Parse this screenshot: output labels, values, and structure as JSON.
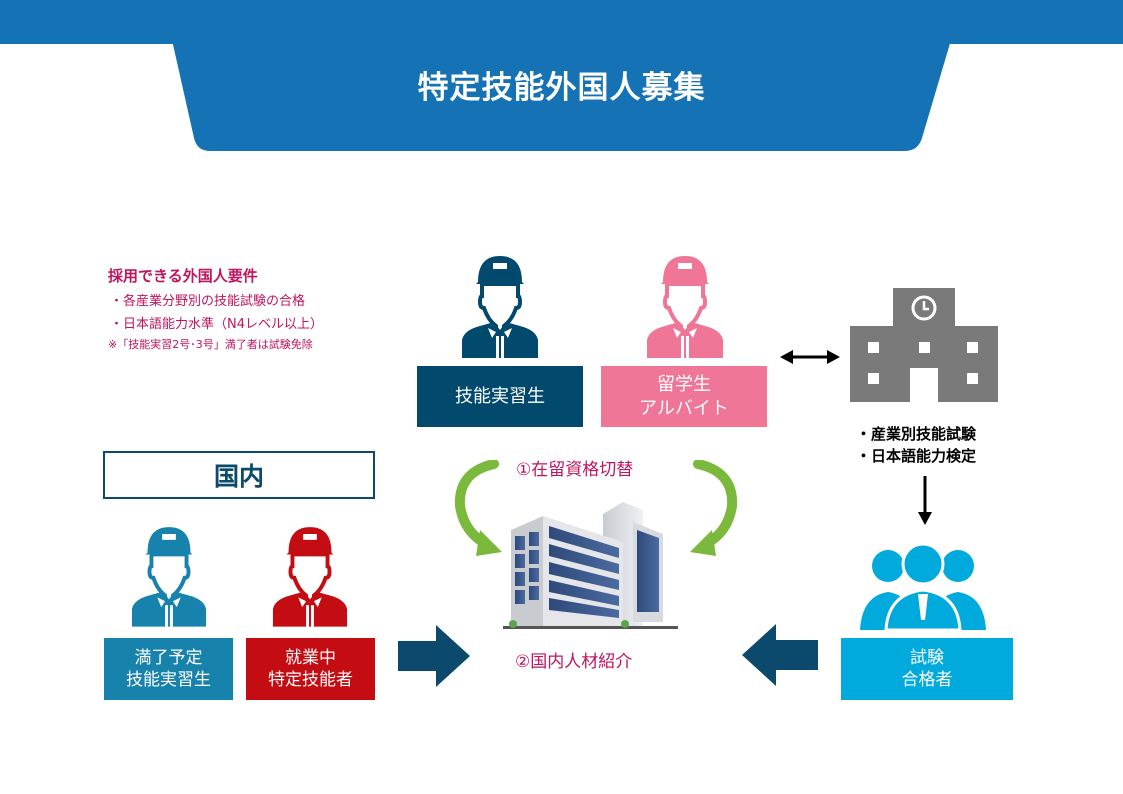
{
  "header": {
    "title": "特定技能外国人募集",
    "color": "#1472b5"
  },
  "requirements": {
    "heading": "採用できる外国人要件",
    "items": [
      "・各産業分野別の技能試験の合格",
      "・日本語能力水準（N4レベル以上）"
    ],
    "note": "※「技能実習2号･3号」満了者は試験免除",
    "color": "#c0145f"
  },
  "overseas_groups": [
    {
      "label_lines": [
        "技能実習生"
      ],
      "icon": "worker-icon",
      "color": "#014a6e"
    },
    {
      "label_lines": [
        "留学生",
        "アルバイト"
      ],
      "icon": "worker-icon",
      "color": "#ef7697"
    }
  ],
  "school": {
    "icon": "school-building-icon",
    "exams": [
      "・産業別技能試験",
      "・日本語能力検定"
    ]
  },
  "domestic": {
    "heading": "国内",
    "groups": [
      {
        "label_lines": [
          "満了予定",
          "技能実習生"
        ],
        "icon": "worker-icon",
        "color": "#1783ac"
      },
      {
        "label_lines": [
          "就業中",
          "特定技能者"
        ],
        "icon": "worker-icon",
        "color": "#c40d13"
      }
    ]
  },
  "center": {
    "step1": "①在留資格切替",
    "step2": "②国内人材紹介",
    "icon": "office-building-icon"
  },
  "passers": {
    "label_lines": [
      "試験",
      "合格者"
    ],
    "icon": "group-people-icon",
    "color": "#00aadc"
  }
}
